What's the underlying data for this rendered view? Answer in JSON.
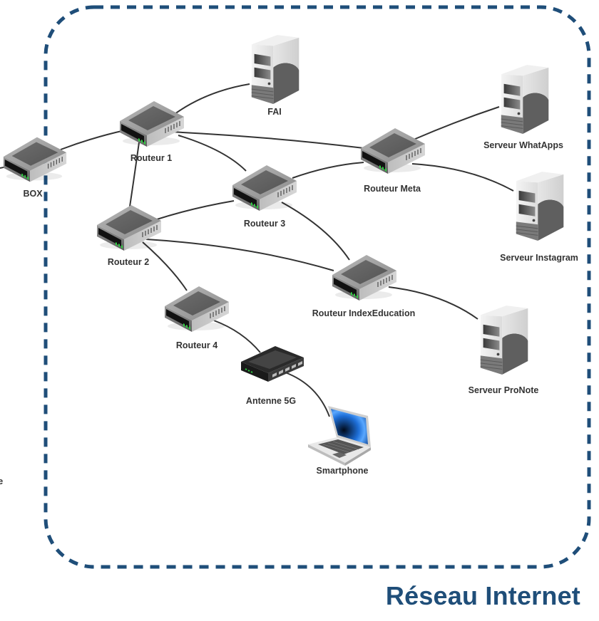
{
  "zone": {
    "title": "Réseau Internet",
    "border_color": "#1f4e79"
  },
  "nodes": {
    "box": {
      "label": "BOX",
      "type": "router"
    },
    "routeur1": {
      "label": "Routeur 1",
      "type": "router"
    },
    "routeur2": {
      "label": "Routeur 2",
      "type": "router"
    },
    "routeur3": {
      "label": "Routeur 3",
      "type": "router"
    },
    "routeur4": {
      "label": "Routeur 4",
      "type": "router"
    },
    "routeur_meta": {
      "label": "Routeur Meta",
      "type": "router"
    },
    "routeur_index": {
      "label": "Routeur IndexEducation",
      "type": "router"
    },
    "fai": {
      "label": "FAI",
      "type": "server"
    },
    "serveur_whatapps": {
      "label": "Serveur WhatApps",
      "type": "server"
    },
    "serveur_instagram": {
      "label": "Serveur Instagram",
      "type": "server"
    },
    "serveur_pronote": {
      "label": "Serveur ProNote",
      "type": "server"
    },
    "antenne5g": {
      "label": "Antenne 5G",
      "type": "switch"
    },
    "smartphone": {
      "label": "Smartphone",
      "type": "laptop"
    }
  },
  "edges": [
    [
      "offscreen-left",
      "box"
    ],
    [
      "box",
      "routeur1"
    ],
    [
      "routeur1",
      "fai"
    ],
    [
      "routeur1",
      "routeur_meta"
    ],
    [
      "routeur1",
      "routeur3"
    ],
    [
      "routeur1",
      "routeur2"
    ],
    [
      "routeur_meta",
      "serveur_whatapps"
    ],
    [
      "routeur_meta",
      "serveur_instagram"
    ],
    [
      "routeur3",
      "routeur_meta"
    ],
    [
      "routeur2",
      "routeur3"
    ],
    [
      "routeur3",
      "routeur_index"
    ],
    [
      "routeur2",
      "routeur_index"
    ],
    [
      "routeur_index",
      "serveur_pronote"
    ],
    [
      "routeur2",
      "routeur4"
    ],
    [
      "routeur4",
      "antenne5g"
    ],
    [
      "antenne5g",
      "smartphone"
    ]
  ],
  "stray_text": "e"
}
